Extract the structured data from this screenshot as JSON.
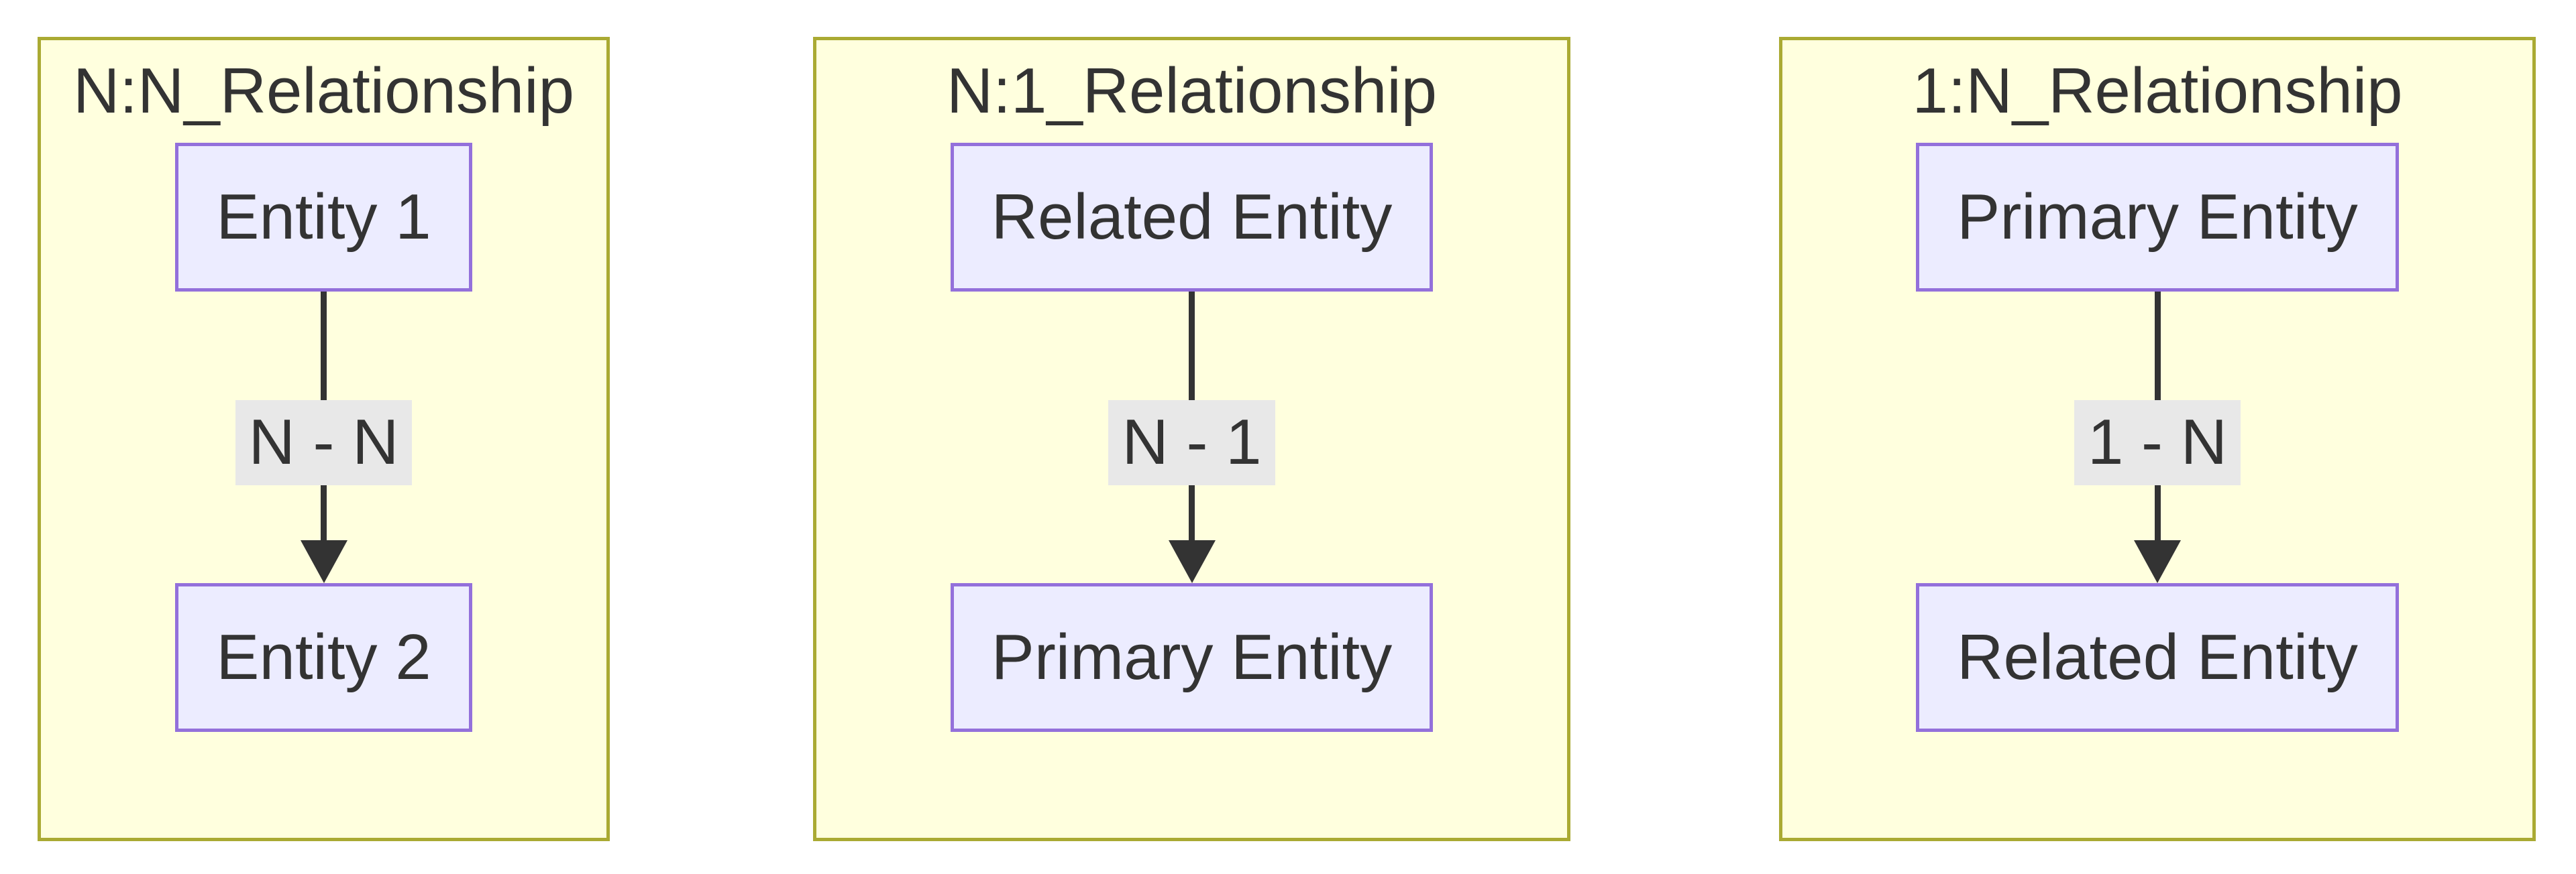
{
  "diagram": {
    "type": "flowchart",
    "direction": "top-down",
    "colors": {
      "cluster_fill": "#ffffde",
      "cluster_border": "#aaaa33",
      "node_fill": "#ececff",
      "node_border": "#9370db",
      "edge_color": "#333333",
      "edge_label_bg": "#e8e8e8",
      "text_color": "#333333",
      "page_bg": "#ffffff"
    },
    "panels": [
      {
        "title": "N:N_Relationship",
        "top_node": "Entity 1",
        "edge_label": "N - N",
        "bottom_node": "Entity 2"
      },
      {
        "title": "N:1_Relationship",
        "top_node": "Related Entity",
        "edge_label": "N - 1",
        "bottom_node": "Primary Entity"
      },
      {
        "title": "1:N_Relationship",
        "top_node": "Primary Entity",
        "edge_label": "1 - N",
        "bottom_node": "Related Entity"
      }
    ]
  }
}
